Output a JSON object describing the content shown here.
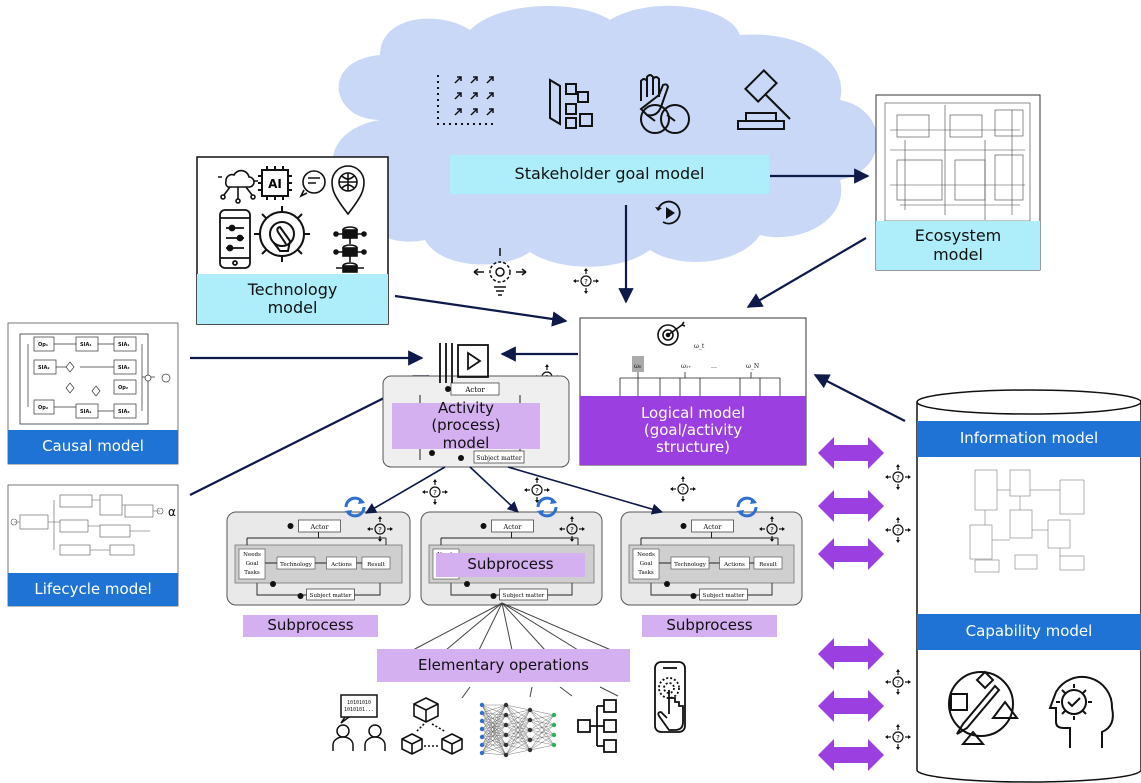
{
  "stakeholder": {
    "label": "Stakeholder goal model"
  },
  "ecosystem": {
    "label": "Ecosystem model"
  },
  "technology": {
    "label": "Technology model"
  },
  "causal": {
    "label": "Causal model",
    "nodes": [
      "Op₁",
      "SIA₁",
      "SIA₁",
      "SIA₂",
      "SIA₃",
      "Op₂",
      "Op₂",
      "SIA₁",
      "SIA₂"
    ]
  },
  "lifecycle": {
    "label": "Lifecycle model"
  },
  "activity": {
    "label": "Activity (process) model",
    "actor": "Actor",
    "subject": "Subject matter"
  },
  "logical": {
    "label": "Logical model (goal/activity structure)",
    "omegas": [
      "ω₀",
      "ω_t",
      "ω₁₊",
      "…",
      "ω_N"
    ]
  },
  "information": {
    "label": "Information model"
  },
  "capability": {
    "label": "Capability model"
  },
  "subprocess_box": {
    "actor": "Actor",
    "needs": [
      "Needs",
      "Goal",
      "Tasks"
    ],
    "technology": "Technology",
    "actions": "Actions",
    "result": "Result",
    "subject": "Subject matter"
  },
  "subprocess_labels": [
    "Subprocess",
    "Subprocess",
    "Subprocess"
  ],
  "elementary": {
    "label": "Elementary operations",
    "binary": [
      "10101010",
      "1010101..."
    ]
  },
  "colors": {
    "cyan": "#aeeefa",
    "blue": "#1e73d4",
    "lavender": "#d4b0f0",
    "purple": "#9b3fe0",
    "cloud": "#c9d8f7",
    "arrow": "#0d1a4a",
    "bidir": "#9b3fe0",
    "cycle": "#2f6fd0"
  },
  "icons": [
    "data-grid-icon",
    "blocks-icon",
    "hands-icon",
    "gavel-icon",
    "play-cycle-icon",
    "cloud-network-icon",
    "ai-chip-icon",
    "chat-icon",
    "globe-pin-icon",
    "phone-settings-icon",
    "gear-touch-icon",
    "database-network-icon",
    "process-gear-icon",
    "question-arrows-icon",
    "play-bars-icon",
    "target-icon",
    "sync-icon",
    "chat-people-icon",
    "cubes-icon",
    "neural-network-icon",
    "hierarchy-icon",
    "tap-phone-icon",
    "brush-shapes-icon",
    "head-gear-icon"
  ]
}
